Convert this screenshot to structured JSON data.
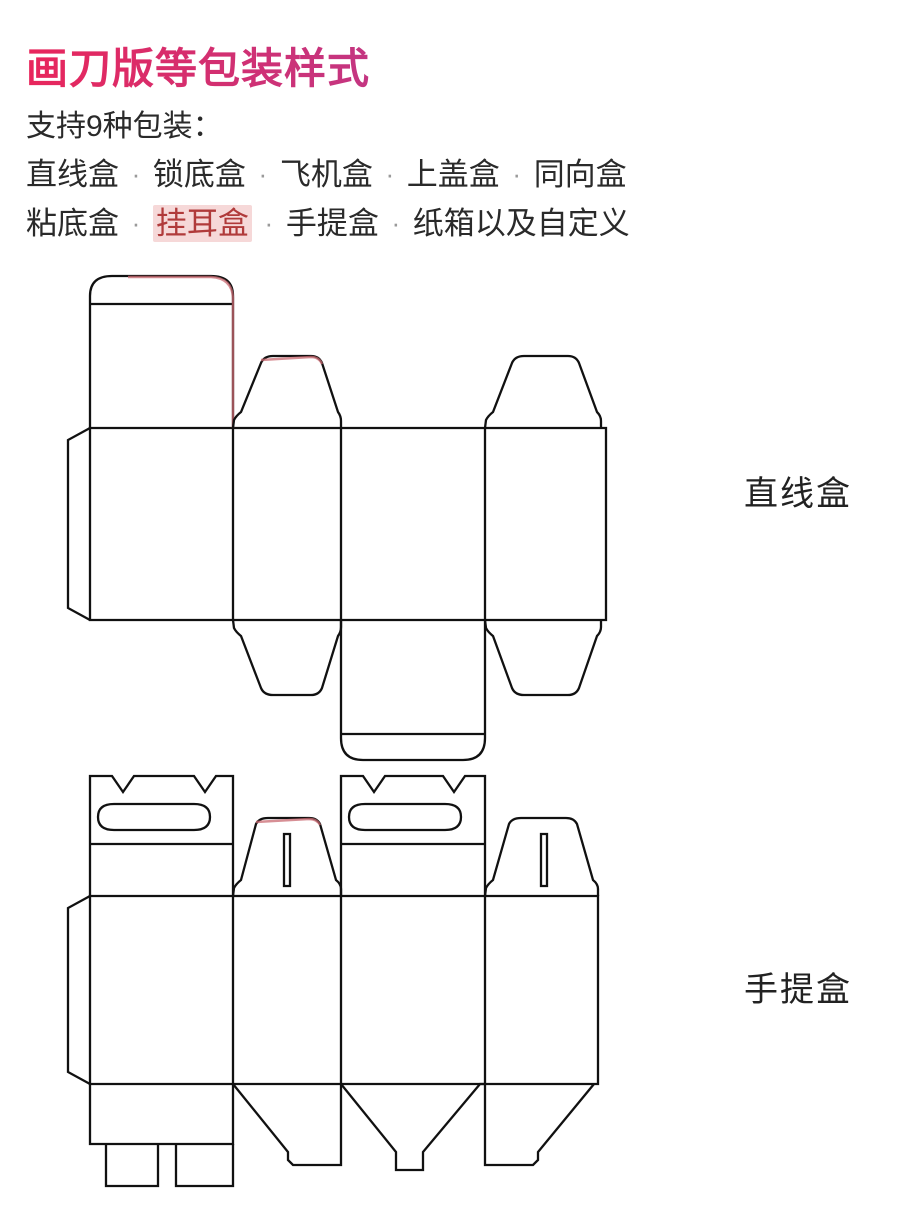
{
  "header": {
    "title": "画刀版等包装样式",
    "title_gradient_from": "#e8265c",
    "title_gradient_to": "#7b3fb0",
    "subtitle": "支持9种包装：",
    "line1": {
      "items": [
        "直线盒",
        "锁底盒",
        "飞机盒",
        "上盖盒",
        "同向盒"
      ],
      "separator": "·"
    },
    "line2": {
      "items": [
        "粘底盒",
        "挂耳盒",
        "手提盒",
        "纸箱以及自定义"
      ],
      "separator": "·",
      "highlighted_item": "挂耳盒",
      "highlight_bg": "#f6d8d8",
      "highlight_color": "#b03a3a"
    }
  },
  "diagrams": [
    {
      "id": "diagram-1",
      "caption": "直线盒",
      "type": "dieline",
      "description": "直线盒刀版展开图：左侧粘贴翼、四块主面板、上部圆角插舌盖与梯形防尘翼、下部梯形防尘翼与圆角底插舌"
    },
    {
      "id": "diagram-2",
      "caption": "手提盒",
      "type": "dieline",
      "description": "手提盒刀版展开图：顶部手提孔与V形缺口、带切缝梯形翼、底部锁底结构、左下粘贴小舌"
    }
  ],
  "colors": {
    "line": "#111111",
    "score_line": "#c96a72",
    "background": "#ffffff",
    "text": "#222222"
  }
}
